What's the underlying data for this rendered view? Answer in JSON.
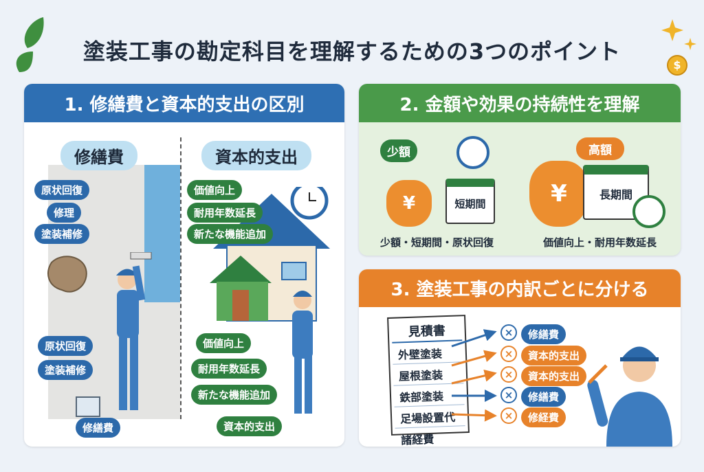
{
  "title": "塗装工事の勘定科目を理解するための3つのポイント",
  "section1": {
    "heading": "1. 修繕費と資本的支出の区別",
    "left_label": "修繕費",
    "right_label": "資本的支出",
    "left_tags_top": [
      "原状回復",
      "修理",
      "塗装補修"
    ],
    "left_tags_bottom": [
      "原状回復",
      "塗装補修"
    ],
    "left_footer": "修繕費",
    "right_tags_top": [
      "価値向上",
      "耐用年数延長",
      "新たな機能追加"
    ],
    "right_tags_bottom": [
      "価値向上",
      "耐用年数延長",
      "新たな機能追加"
    ],
    "right_footer": "資本的支出"
  },
  "section2": {
    "heading": "2. 金額や効果の持続性を理解",
    "small": {
      "label": "少額",
      "currency": "¥",
      "calendar": "短期間",
      "caption": "少額・短期間・原状回復"
    },
    "large": {
      "label": "高額",
      "currency": "¥",
      "calendar": "長期間",
      "caption": "価値向上・耐用年数延長"
    }
  },
  "section3": {
    "heading": "3. 塗装工事の内訳ごとに分ける",
    "doc_title": "見積書",
    "rows": [
      {
        "item": "外壁塗装",
        "category": "修繕費",
        "color": "blue"
      },
      {
        "item": "屋根塗装",
        "category": "資本的支出",
        "color": "orange"
      },
      {
        "item": "鉄部塗装",
        "category": "資本的支出",
        "color": "orange"
      },
      {
        "item": "足場設置代",
        "category": "修繕費",
        "color": "blue"
      },
      {
        "item": "諸経費",
        "category": "修経費",
        "color": "orange"
      }
    ],
    "mark": "×"
  },
  "colors": {
    "blue": "#2c69aa",
    "green": "#4a9a4a",
    "orange": "#e7822a",
    "bg": "#edf2f8"
  },
  "coin_symbol": "$"
}
